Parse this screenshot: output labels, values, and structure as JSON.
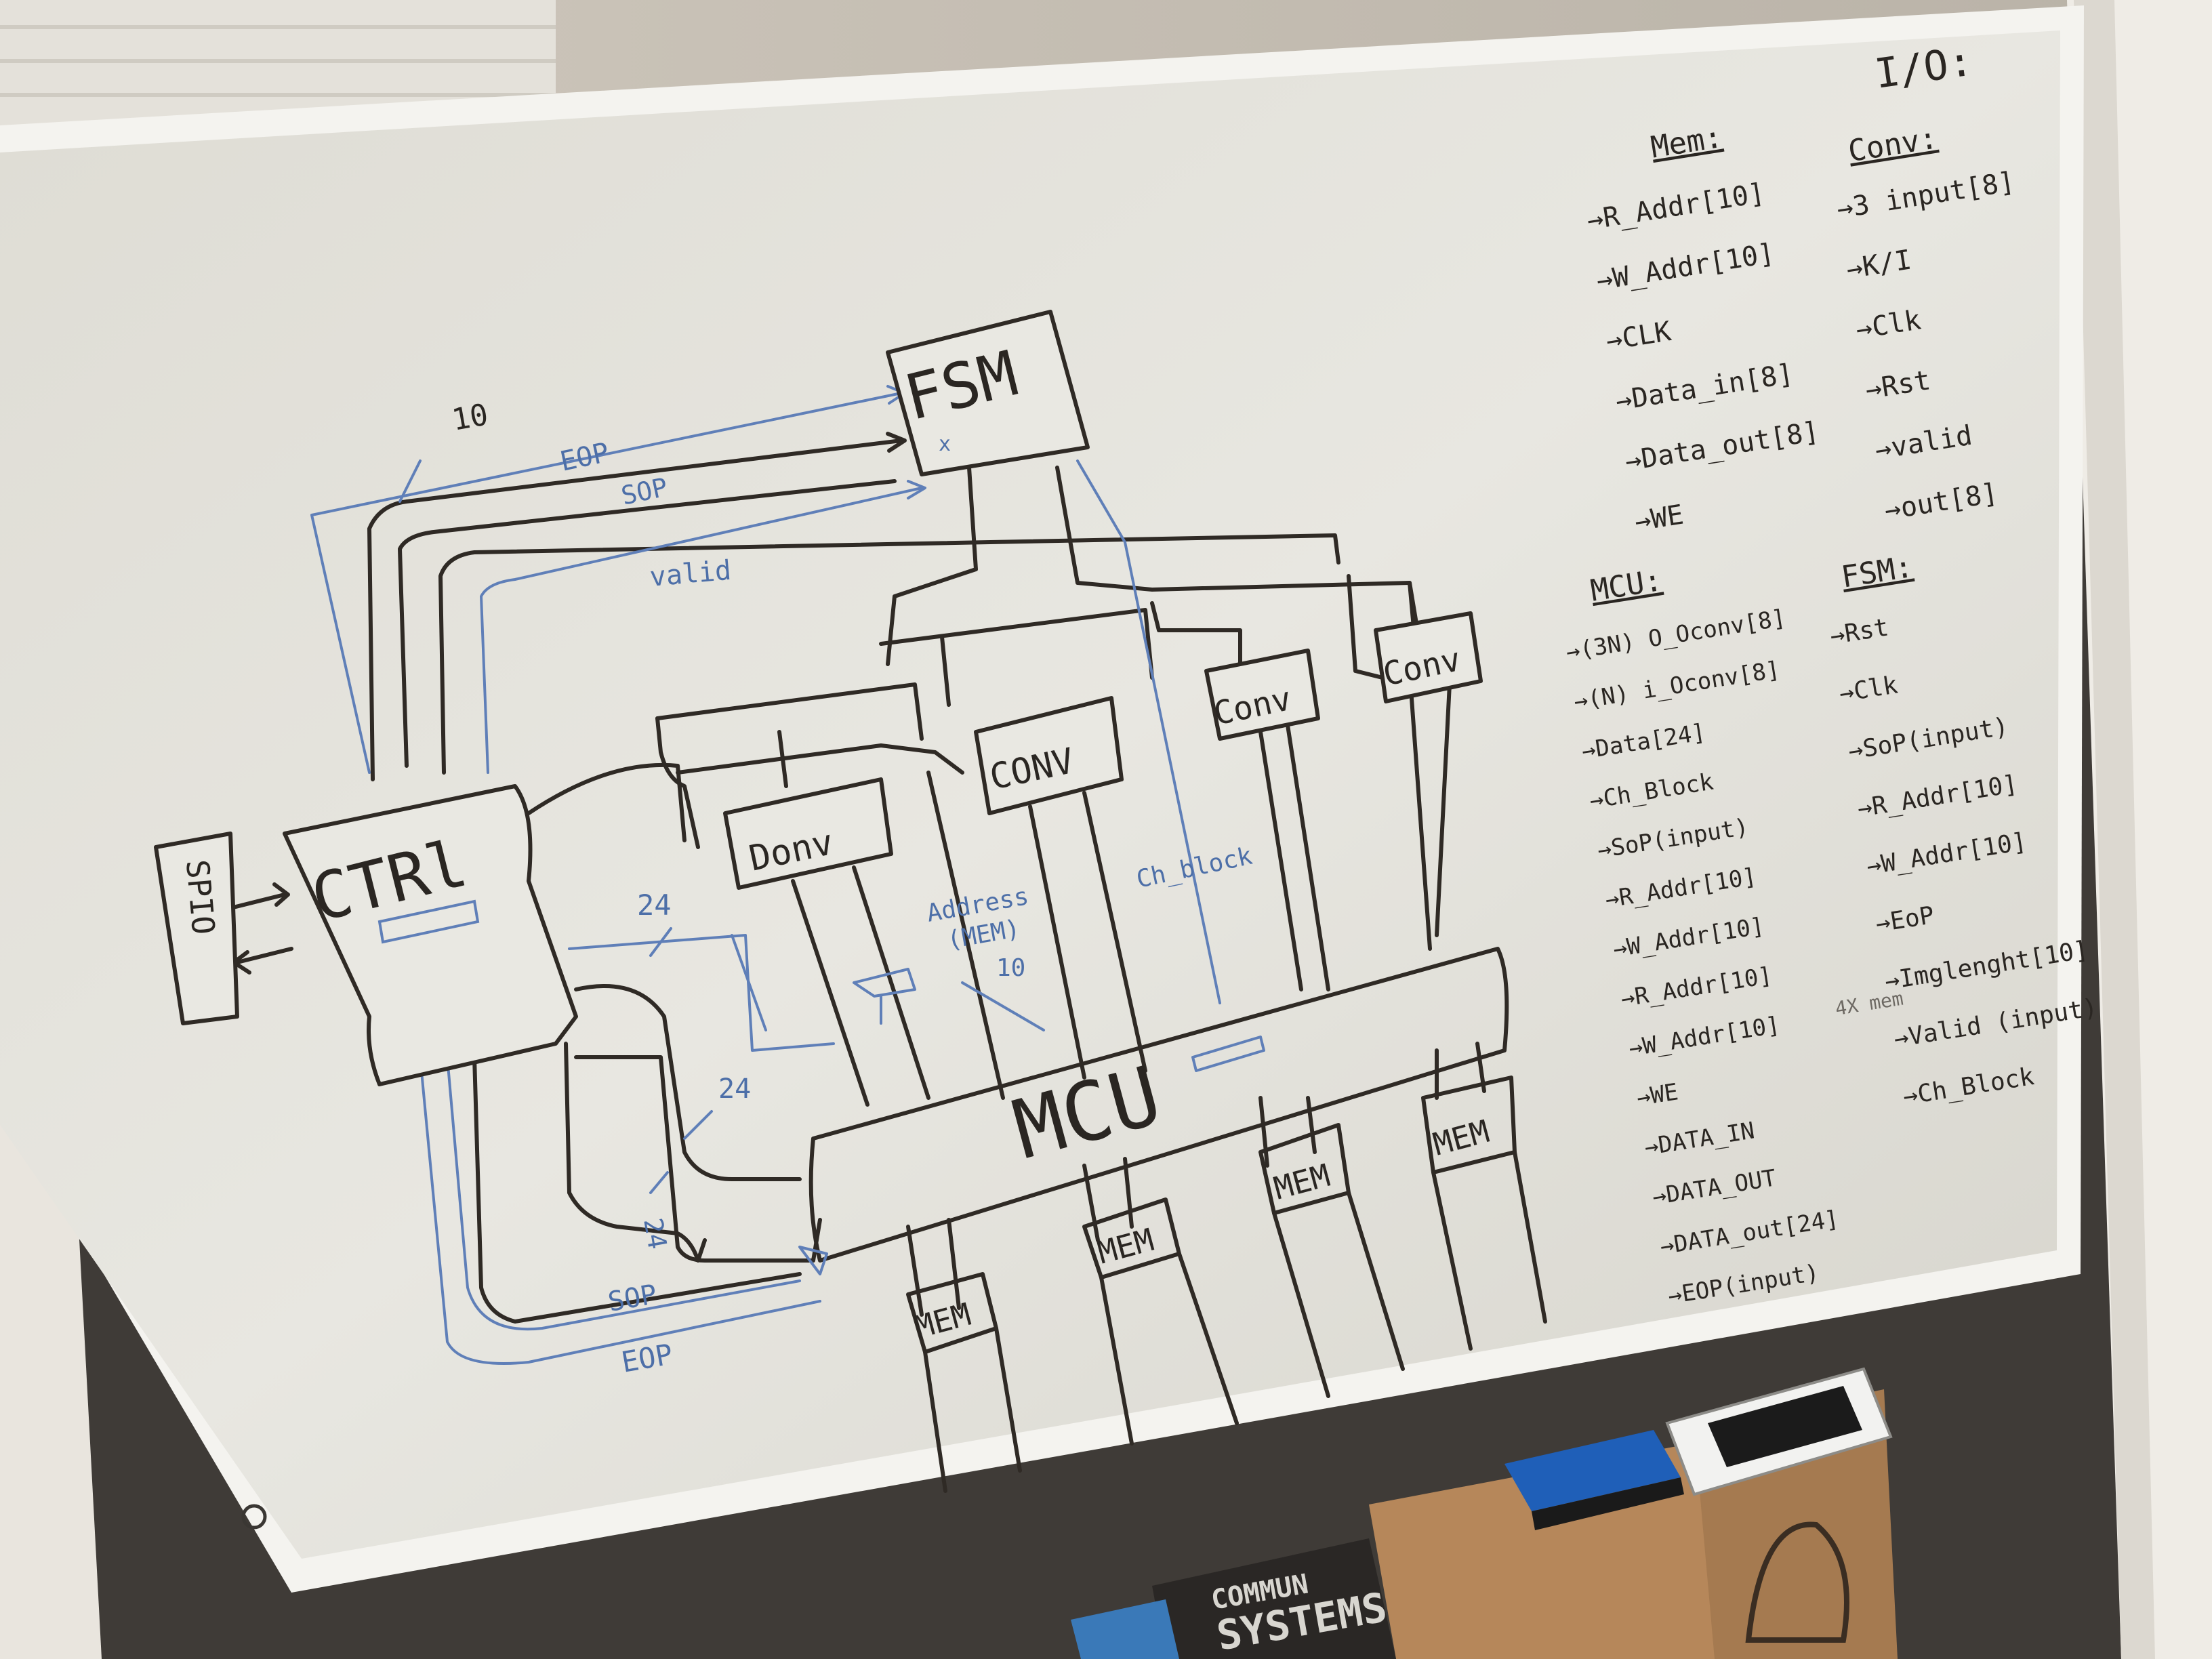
{
  "diagram": {
    "io_title": "I/O:",
    "blocks": {
      "spio": "SPIO",
      "ctrl": "CTRl",
      "fsm": "FSM",
      "fsm_mark": "x",
      "mcu": "MCU",
      "conv1": "Donv",
      "conv2": "CONV",
      "conv3": "Conv",
      "conv4": "Conv",
      "mem": "MEM"
    },
    "wire_labels": {
      "bus_10_top": "10",
      "eop_top": "EOP",
      "sop_top": "SOP",
      "valid_top": "valid",
      "bus_24_a": "24",
      "bus_24_b": "24",
      "bus_24_c": "24",
      "address": "Address",
      "address_mem": "(MEM)",
      "address_width": "10",
      "ch_block": "Ch_block",
      "sop_bottom": "SOP",
      "eop_bottom": "EOP"
    },
    "io_lists": {
      "mem": {
        "title": "Mem:",
        "items": [
          "R_Addr[10]",
          "W_Addr[10]",
          "CLK",
          "Data_in[8]",
          "Data_out[8]",
          "WE"
        ]
      },
      "conv": {
        "title": "Conv:",
        "items": [
          "3 input[8]",
          "K/I",
          "Clk",
          "Rst",
          "valid",
          "out[8]"
        ]
      },
      "mcu": {
        "title": "MCU:",
        "items": [
          "(3N) O_Oconv[8]",
          "(N) i_Oconv[8]",
          "Data[24]",
          "Ch_Block",
          "SoP(input)",
          "R_Addr[10]",
          "W_Addr[10]",
          "R_Addr[10]",
          "W_Addr[10]",
          "WE",
          "DATA_IN",
          "DATA_OUT",
          "DATA_out[24]",
          "EOP(input)"
        ],
        "group_note": "4X mem"
      },
      "fsm": {
        "title": "FSM:",
        "items": [
          "Rst",
          "Clk",
          "SoP(input)",
          "R_Addr[10]",
          "W_Addr[10]",
          "EoP",
          "Imglenght[10]",
          "Valid (input)",
          "Ch_Block"
        ]
      }
    },
    "background_objects": {
      "book_title": "SYSTEMS",
      "book_sub": "COMMUN"
    }
  }
}
